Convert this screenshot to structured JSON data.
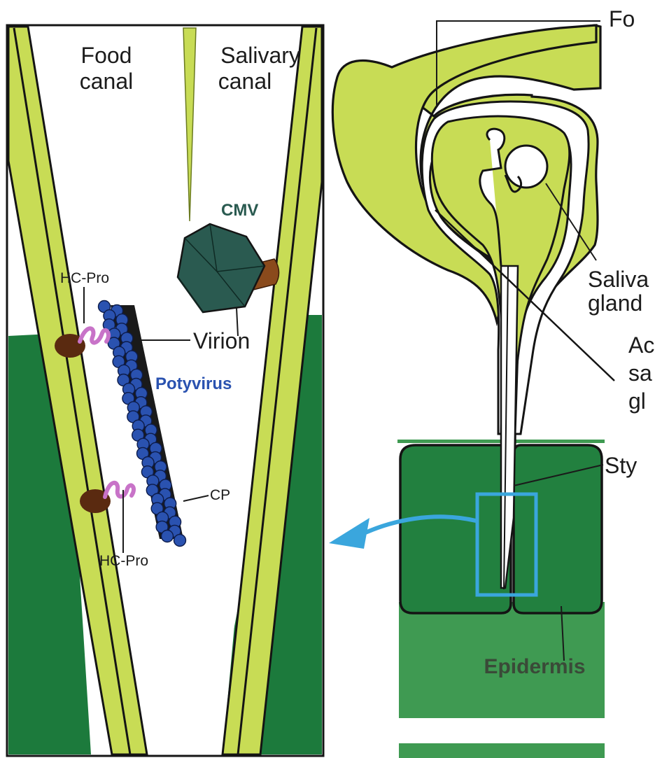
{
  "labels": {
    "food_canal_line1": "Food",
    "food_canal_line2": "canal",
    "salivary_canal_line1": "Salivary",
    "salivary_canal_line2": "canal",
    "cmv": "CMV",
    "hc_pro_top": "HC-Pro",
    "hc_pro_bottom": "HC-Pro",
    "virion": "Virion",
    "potyvirus": "Potyvirus",
    "cp": "CP",
    "food_canal_top_partial": "Fo",
    "salivary_gland_line1": "Saliva",
    "salivary_gland_line2": "gland",
    "accessory_line1": "Ac",
    "accessory_line2": "sa",
    "accessory_line3": "gl",
    "stylet_partial": "Sty",
    "epidermis": "Epidermis"
  },
  "colors": {
    "light_green": "#c8dc55",
    "dark_green": "#1c7a3c",
    "mid_green": "#3f9a52",
    "cell_green": "#22803f",
    "teal_cmv": "#2a5a50",
    "virion_blue": "#2a52b0",
    "hcpro_purple": "#c873c8",
    "arrow_blue": "#3aa6dd",
    "outline": "#141414"
  }
}
